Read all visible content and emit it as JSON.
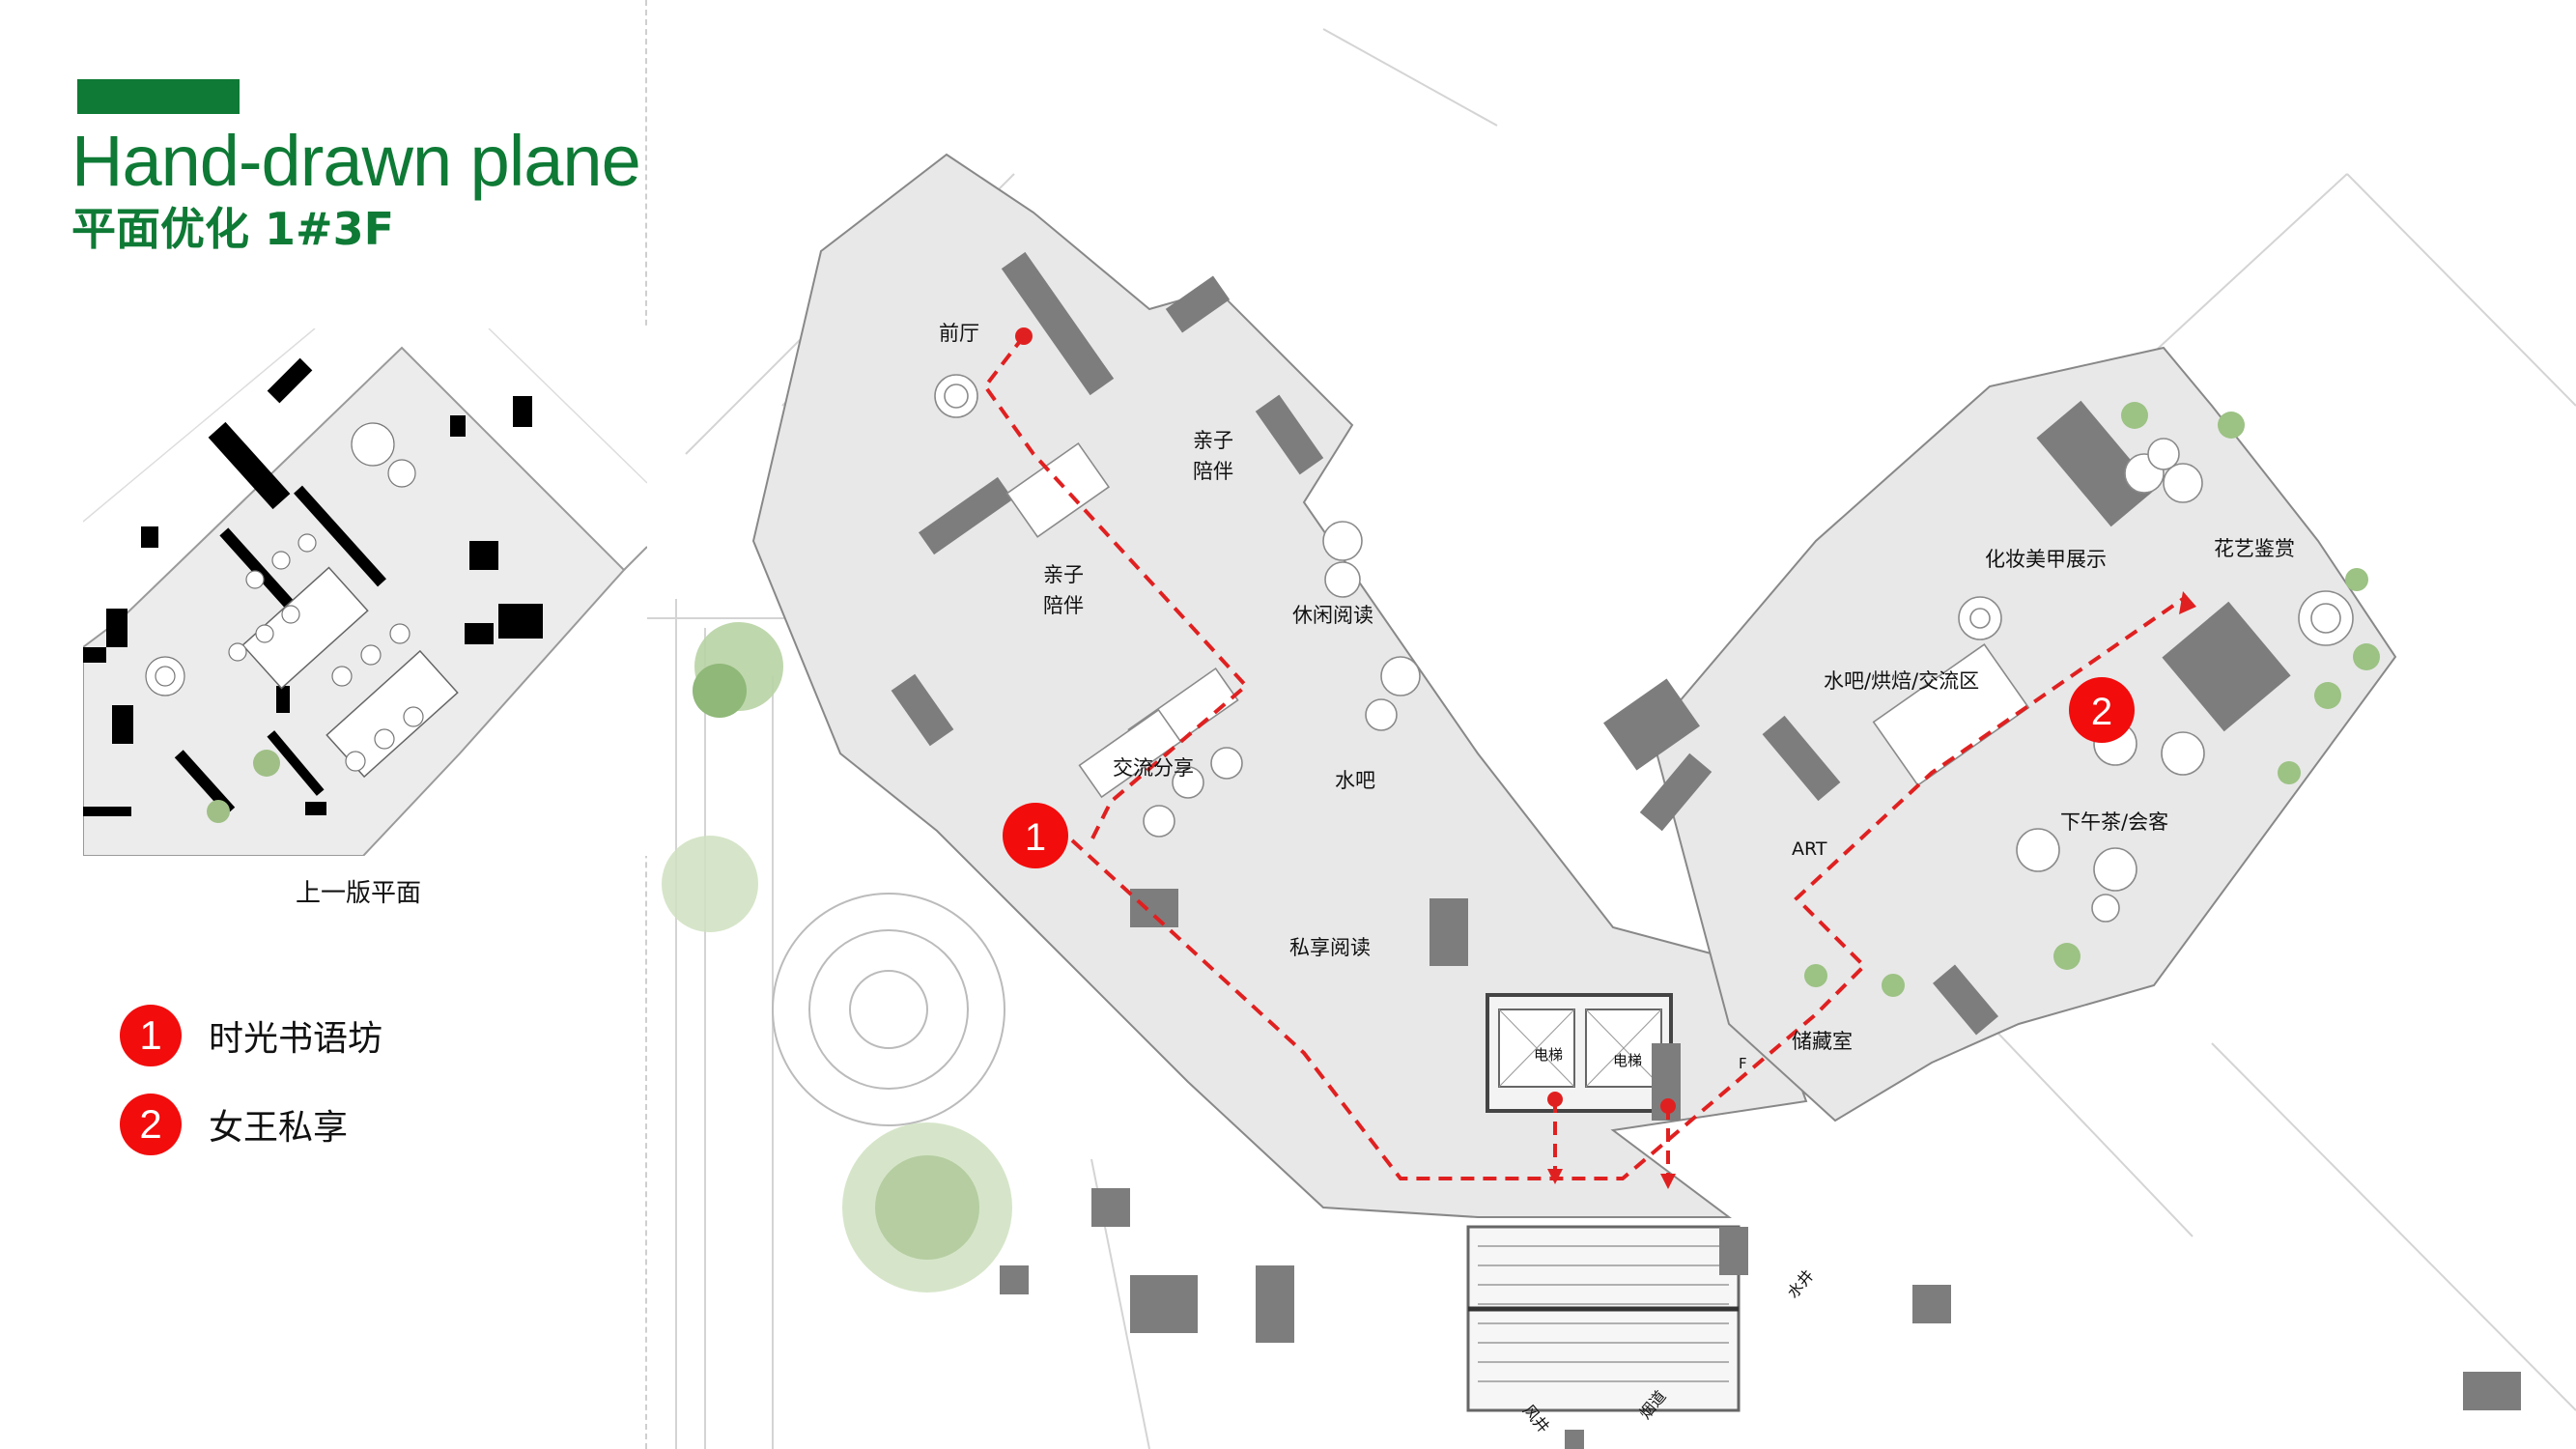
{
  "header": {
    "title_en": "Hand-drawn plane",
    "title_cn": "平面优化  1#3F",
    "accent_color": "#0e7a35"
  },
  "thumbnail": {
    "caption": "上一版平面"
  },
  "legend": {
    "items": [
      {
        "number": "1",
        "label": "时光书语坊"
      },
      {
        "number": "2",
        "label": "女王私享"
      }
    ],
    "badge_color": "#f20c0c"
  },
  "plan": {
    "rooms": {
      "foyer": "前厅",
      "parent_child_a": "亲子陪伴",
      "parent_child_a_line1": "亲子",
      "parent_child_a_line2": "陪伴",
      "parent_child_b_line1": "亲子",
      "parent_child_b_line2": "陪伴",
      "leisure_reading": "休闲阅读",
      "exchange_share": "交流分享",
      "water_bar": "水吧",
      "private_reading": "私享阅读",
      "elevator_1": "电梯",
      "elevator_2": "电梯",
      "storage": "储藏室",
      "art": "ART",
      "cafe": "水吧/烘焙/交流区",
      "makeup": "化妆美甲展示",
      "floral": "花艺鉴赏",
      "afternoon_tea": "下午茶/会客",
      "water_well": "水井",
      "wind_well": "风井",
      "smoke_duct": "烟道",
      "fire_mark": "F"
    },
    "markers": [
      {
        "number": "1"
      },
      {
        "number": "2"
      }
    ],
    "route_color": "#e02020"
  }
}
